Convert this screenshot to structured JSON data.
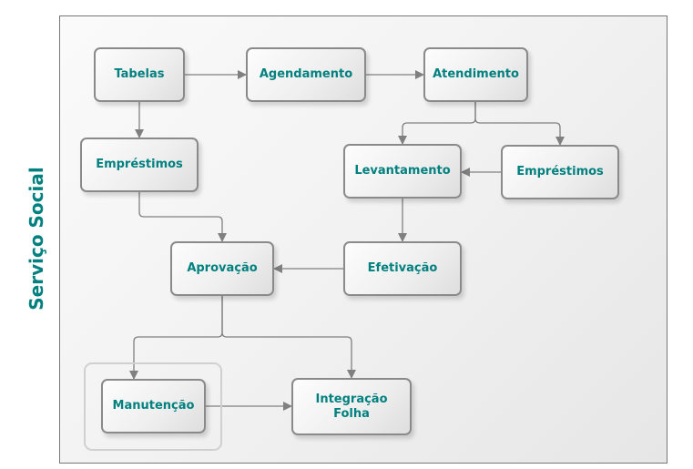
{
  "lane": {
    "title": "Serviço Social"
  },
  "nodes": {
    "tabelas": "Tabelas",
    "agendamento": "Agendamento",
    "atendimento": "Atendimento",
    "emprestimos_left": "Empréstimos",
    "levantamento": "Levantamento",
    "emprestimos_right": "Empréstimos",
    "aprovacao": "Aprovação",
    "efetivacao": "Efetivação",
    "manutencao": "Manutenção",
    "integracao": "Integração\nFolha"
  },
  "colors": {
    "text": "#00807f",
    "border": "#8a8a8a",
    "connector": "#808080"
  }
}
